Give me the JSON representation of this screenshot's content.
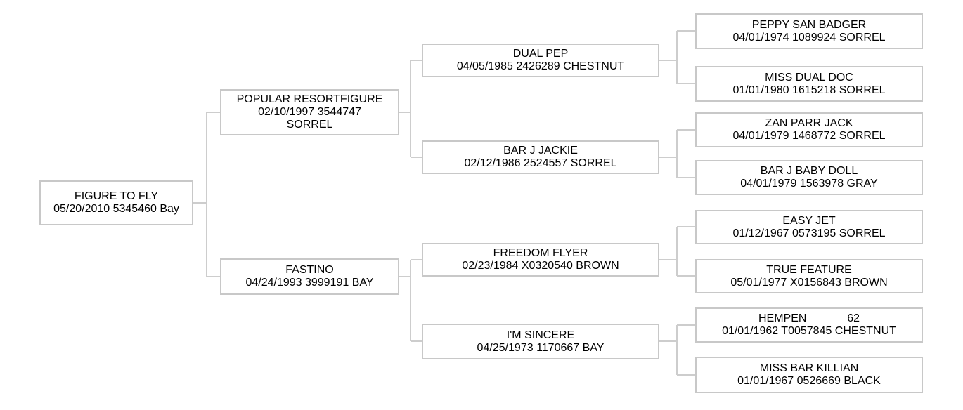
{
  "diagram_type": "horse-pedigree-tree",
  "colors": {
    "background": "#ffffff",
    "box_border": "#c8c8c8",
    "connector_line": "#cdcdcd",
    "text": "#000000"
  },
  "nodes": {
    "figure_to_fly": {
      "name": "FIGURE TO FLY",
      "info": "05/20/2010 5345460 Bay"
    },
    "popular_resortfigure": {
      "name": "POPULAR RESORTFIGURE",
      "info": "02/10/1997 3544747",
      "info2": "SORREL"
    },
    "fastino": {
      "name": "FASTINO",
      "info": "04/24/1993 3999191 BAY"
    },
    "dual_pep": {
      "name": "DUAL PEP",
      "info": "04/05/1985 2426289 CHESTNUT"
    },
    "bar_j_jackie": {
      "name": "BAR J JACKIE",
      "info": "02/12/1986 2524557 SORREL"
    },
    "freedom_flyer": {
      "name": "FREEDOM FLYER",
      "info": "02/23/1984 X0320540 BROWN"
    },
    "im_sincere": {
      "name": "I'M SINCERE",
      "info": "04/25/1973 1170667 BAY"
    },
    "peppy_san_badger": {
      "name": "PEPPY SAN BADGER",
      "info": "04/01/1974 1089924 SORREL"
    },
    "miss_dual_doc": {
      "name": "MISS DUAL DOC",
      "info": "01/01/1980 1615218 SORREL"
    },
    "zan_parr_jack": {
      "name": "ZAN PARR JACK",
      "info": "04/01/1979 1468772 SORREL"
    },
    "bar_j_baby_doll": {
      "name": "BAR J BABY DOLL",
      "info": "04/01/1979 1563978 GRAY"
    },
    "easy_jet": {
      "name": "EASY JET",
      "info": "01/12/1967 0573195 SORREL"
    },
    "true_feature": {
      "name": "TRUE FEATURE",
      "info": "05/01/1977 X0156843 BROWN"
    },
    "hempen_62": {
      "name": "HEMPEN             62",
      "info": "01/01/1962 T0057845 CHESTNUT"
    },
    "miss_bar_killian": {
      "name": "MISS BAR KILLIAN",
      "info": "01/01/1967 0526669 BLACK"
    }
  },
  "relations": [
    {
      "child": "figure_to_fly",
      "sire": "popular_resortfigure",
      "dam": "fastino"
    },
    {
      "child": "popular_resortfigure",
      "sire": "dual_pep",
      "dam": "bar_j_jackie"
    },
    {
      "child": "fastino",
      "sire": "freedom_flyer",
      "dam": "im_sincere"
    },
    {
      "child": "dual_pep",
      "sire": "peppy_san_badger",
      "dam": "miss_dual_doc"
    },
    {
      "child": "bar_j_jackie",
      "sire": "zan_parr_jack",
      "dam": "bar_j_baby_doll"
    },
    {
      "child": "freedom_flyer",
      "sire": "easy_jet",
      "dam": "true_feature"
    },
    {
      "child": "im_sincere",
      "sire": "hempen_62",
      "dam": "miss_bar_killian"
    }
  ]
}
